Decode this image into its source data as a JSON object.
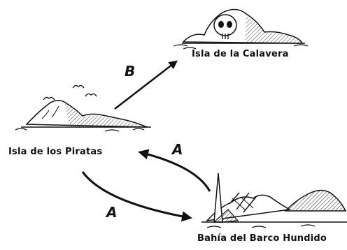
{
  "nodes": {
    "skull_island": "Isla de la Calavera",
    "pirate_island": "Isla de los Piratas",
    "sunken_ship_bay": "Bahía del Barco Hundido"
  },
  "edges": {
    "pirate_to_skull": "B",
    "bay_to_pirate": "A",
    "pirate_to_bay": "A"
  },
  "icons": [
    "skull-island-icon",
    "pirate-island-icon",
    "sunken-ship-bay-icon",
    "seagull-icon"
  ]
}
